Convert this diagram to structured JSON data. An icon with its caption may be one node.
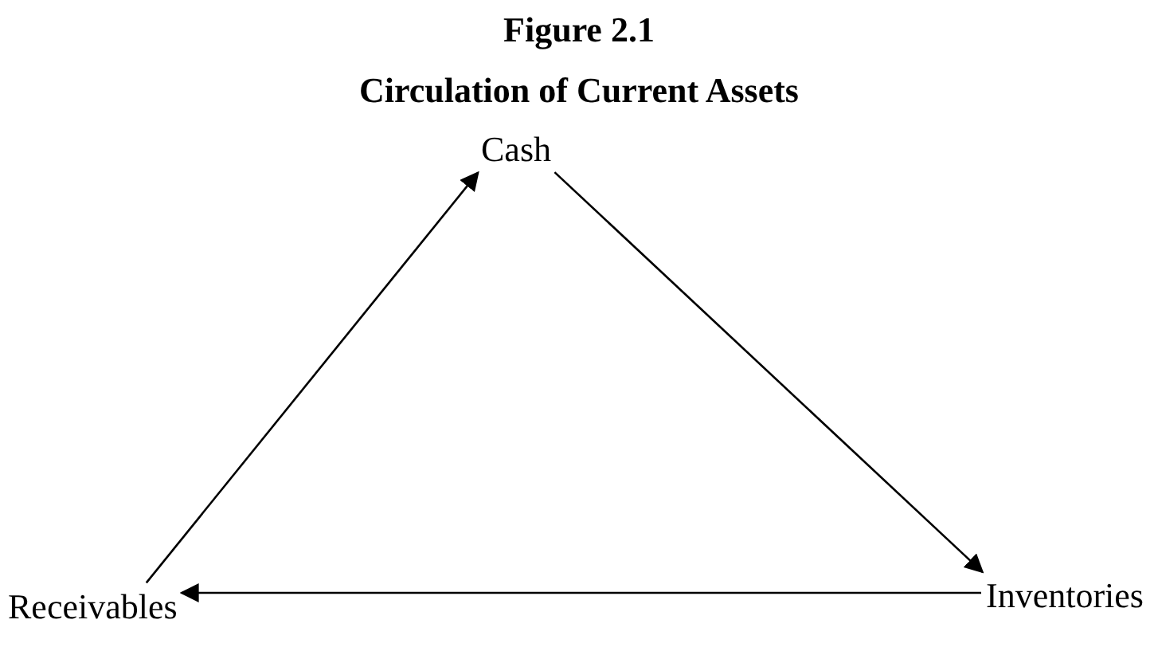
{
  "diagram": {
    "title": "Figure 2.1",
    "caption": "Circulation of Current Assets",
    "nodes": [
      {
        "text": [
          "Cash"
        ]
      },
      {
        "text": [
          "Inventories"
        ]
      },
      {
        "text": [
          "Receivables"
        ]
      }
    ],
    "edges": [
      {
        "from": 0,
        "to": 1,
        "arrow": "to"
      },
      {
        "from": 1,
        "to": 2,
        "arrow": "to"
      },
      {
        "from": 2,
        "to": 0,
        "arrow": "to"
      }
    ]
  }
}
